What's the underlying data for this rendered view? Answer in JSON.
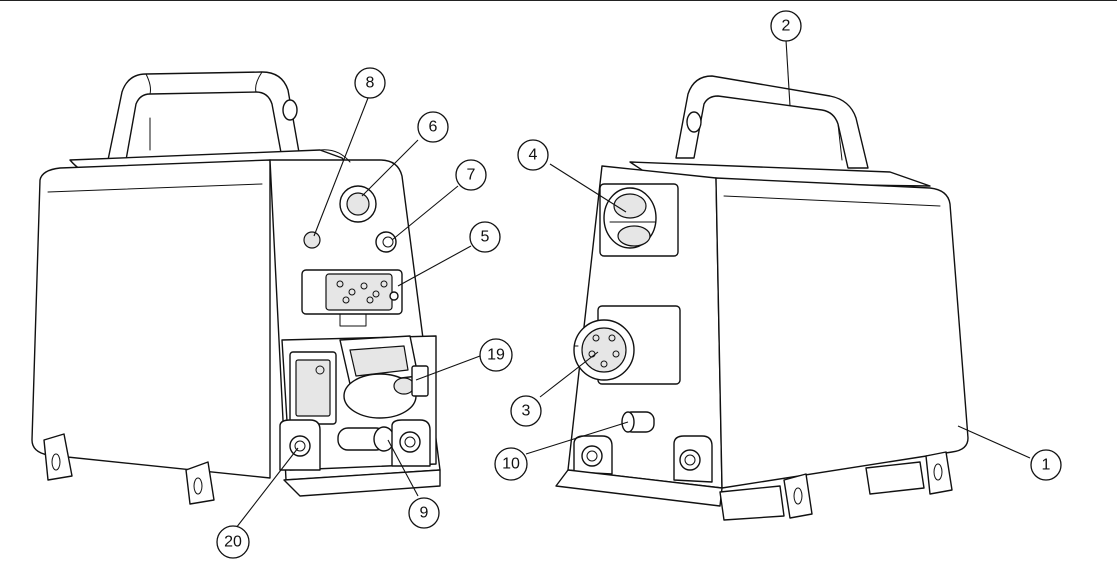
{
  "callouts": [
    {
      "id": "1",
      "label": "1"
    },
    {
      "id": "2",
      "label": "2"
    },
    {
      "id": "3",
      "label": "3"
    },
    {
      "id": "4",
      "label": "4"
    },
    {
      "id": "5",
      "label": "5"
    },
    {
      "id": "6",
      "label": "6"
    },
    {
      "id": "7",
      "label": "7"
    },
    {
      "id": "8",
      "label": "8"
    },
    {
      "id": "9",
      "label": "9"
    },
    {
      "id": "10",
      "label": "10"
    },
    {
      "id": "19",
      "label": "19"
    },
    {
      "id": "20",
      "label": "20"
    }
  ]
}
